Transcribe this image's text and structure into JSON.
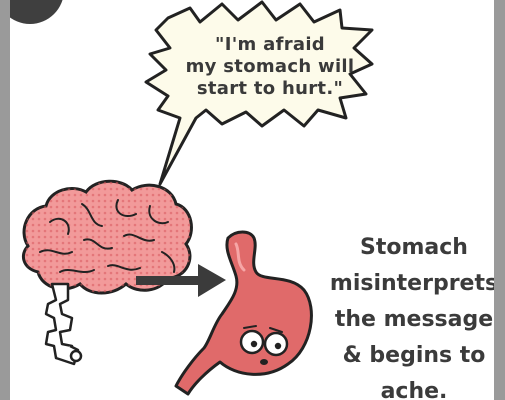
{
  "speech_bubble": {
    "lines": [
      "\"I'm afraid",
      "my stomach will",
      "start to hurt.\""
    ]
  },
  "caption": {
    "lines": [
      "Stomach",
      "misinterprets",
      "the message",
      "& begins to",
      "ache."
    ]
  },
  "icons": {
    "brain": "brain-icon",
    "spine": "spinal-cord-icon",
    "arrow": "right-arrow-icon",
    "stomach": "stomach-character-icon"
  },
  "colors": {
    "frame": "#9a9a9a",
    "bubble_fill": "#fdfbea",
    "brain_fill": "#f29a9a",
    "stomach_fill": "#e06a6a",
    "text": "#3b3b3b",
    "arrow": "#3b3b3b"
  }
}
